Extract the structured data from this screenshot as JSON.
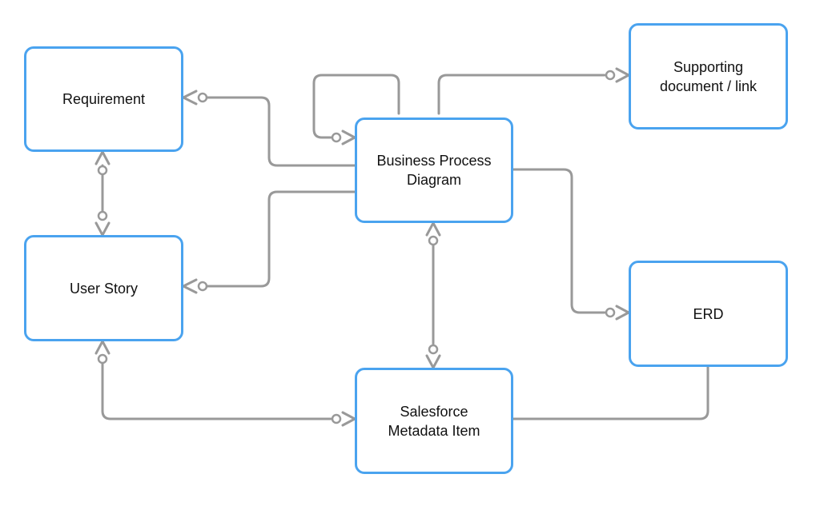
{
  "diagram": {
    "colors": {
      "node_border": "#4aa3ef",
      "connector": "#999999",
      "text": "#111111"
    },
    "nodes": {
      "requirement": "Requirement",
      "user_story": "User Story",
      "business_process_diagram": "Business Process\nDiagram",
      "supporting_document": "Supporting\ndocument / link",
      "erd": "ERD",
      "salesforce_metadata_item": "Salesforce\nMetadata Item"
    },
    "relationships": [
      {
        "from": "requirement",
        "to": "business_process_diagram",
        "from_end": "zero-or-many",
        "to_end": "none"
      },
      {
        "from": "requirement",
        "to": "user_story",
        "from_end": "zero-or-many",
        "to_end": "zero-or-many"
      },
      {
        "from": "business_process_diagram",
        "to": "business_process_diagram",
        "from_end": "none",
        "to_end": "zero-or-many"
      },
      {
        "from": "business_process_diagram",
        "to": "supporting_document",
        "from_end": "none",
        "to_end": "zero-or-many"
      },
      {
        "from": "business_process_diagram",
        "to": "user_story",
        "from_end": "none",
        "to_end": "zero-or-many"
      },
      {
        "from": "business_process_diagram",
        "to": "erd",
        "from_end": "none",
        "to_end": "zero-or-many"
      },
      {
        "from": "business_process_diagram",
        "to": "salesforce_metadata_item",
        "from_end": "zero-or-many",
        "to_end": "zero-or-many"
      },
      {
        "from": "user_story",
        "to": "salesforce_metadata_item",
        "from_end": "zero-or-many",
        "to_end": "zero-or-many"
      },
      {
        "from": "erd",
        "to": "salesforce_metadata_item",
        "from_end": "none",
        "to_end": "none"
      }
    ]
  }
}
